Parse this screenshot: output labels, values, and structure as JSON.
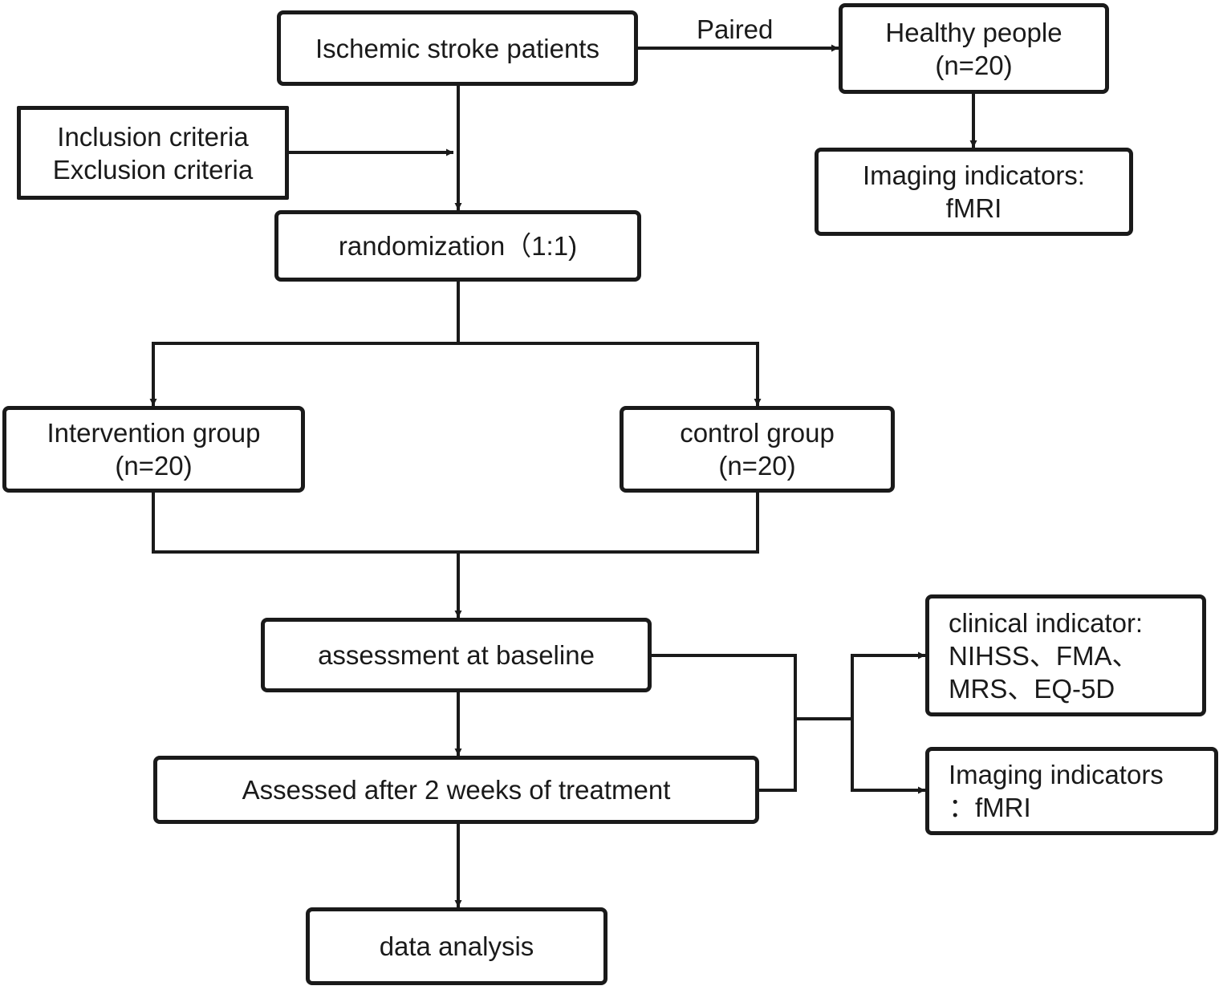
{
  "nodes": {
    "patients": "Ischemic stroke patients",
    "criteria": [
      "Inclusion criteria",
      "Exclusion criteria"
    ],
    "healthy": [
      "Healthy people",
      "(n=20)"
    ],
    "healthy_imaging": [
      "Imaging indicators:",
      "fMRI"
    ],
    "randomization": "randomization（1:1)",
    "intervention": [
      "Intervention group",
      "(n=20)"
    ],
    "control": [
      "control group",
      "(n=20)"
    ],
    "baseline": "assessment at baseline",
    "after": "Assessed after 2 weeks of treatment",
    "clinical": [
      "clinical indicator:",
      "NIHSS、FMA、",
      "MRS、EQ-5D"
    ],
    "imaging": [
      "Imaging indicators",
      "：fMRI"
    ],
    "analysis": "data analysis"
  },
  "edges": {
    "paired_label": "Paired"
  }
}
